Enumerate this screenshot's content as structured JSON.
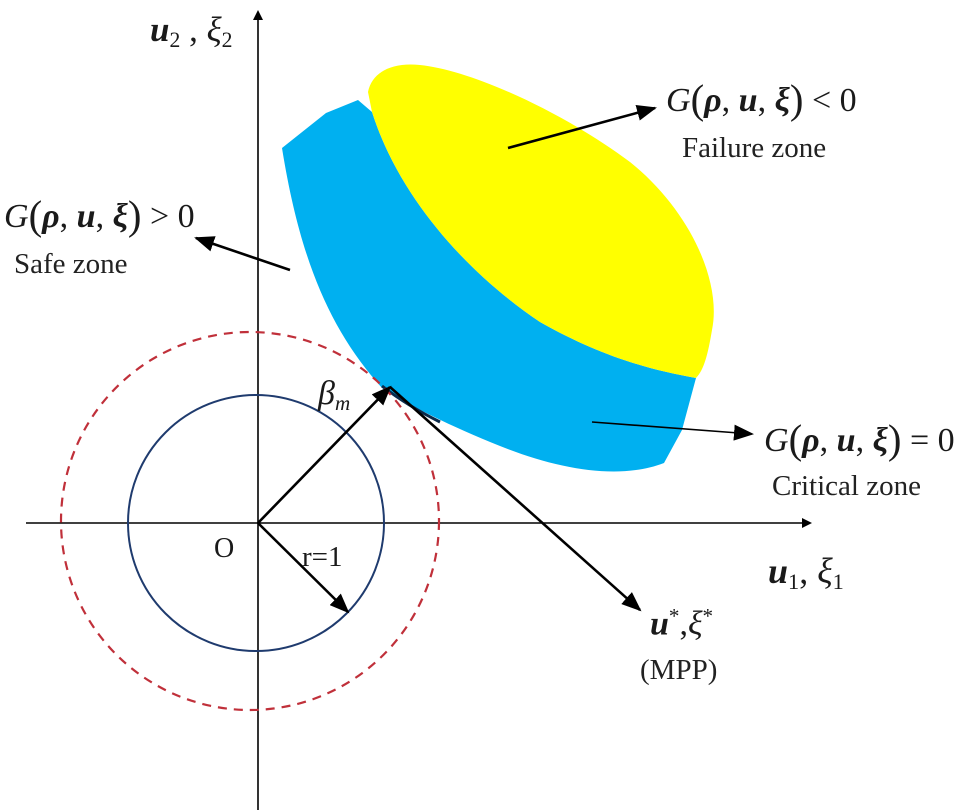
{
  "axes": {
    "x_label_main": "u",
    "x_label_sub_1": "1",
    "x_label_sep": ", ",
    "x_label_xi": "ξ",
    "x_label_sub_2": "1",
    "y_label_main": "u",
    "y_label_sub_1": "2",
    "y_label_sep": " , ",
    "y_label_xi": "ξ",
    "y_label_sub_2": "2",
    "origin": "O"
  },
  "circles": {
    "unit_radius_label": "r=1",
    "beta_label": "β",
    "beta_sub": "m",
    "dashed_color": "#c0303a",
    "unit_color": "#1f3b6e"
  },
  "zones": {
    "failure": {
      "g": "G",
      "open": "(",
      "rho": "ρ",
      "c1": ", ",
      "u": "u",
      "c2": ", ",
      "xi": "ξ",
      "close": ")",
      "relation": " < 0",
      "name": "Failure zone",
      "color": "#ffff00"
    },
    "safe": {
      "g": "G",
      "open": "(",
      "rho": "ρ",
      "c1": ", ",
      "u": "u",
      "c2": ", ",
      "xi": "ξ",
      "close": ")",
      "relation": " > 0",
      "name": "Safe zone"
    },
    "critical": {
      "g": "G",
      "open": "(",
      "rho": "ρ",
      "c1": ", ",
      "u": "u",
      "c2": ", ",
      "xi": "ξ",
      "close": ")",
      "relation": " = 0",
      "name": "Critical zone",
      "color": "#00b0f0"
    }
  },
  "mpp": {
    "u": "u",
    "star1": "*",
    "sep": ",",
    "xi": "ξ",
    "star2": "*",
    "name": "(MPP)"
  }
}
